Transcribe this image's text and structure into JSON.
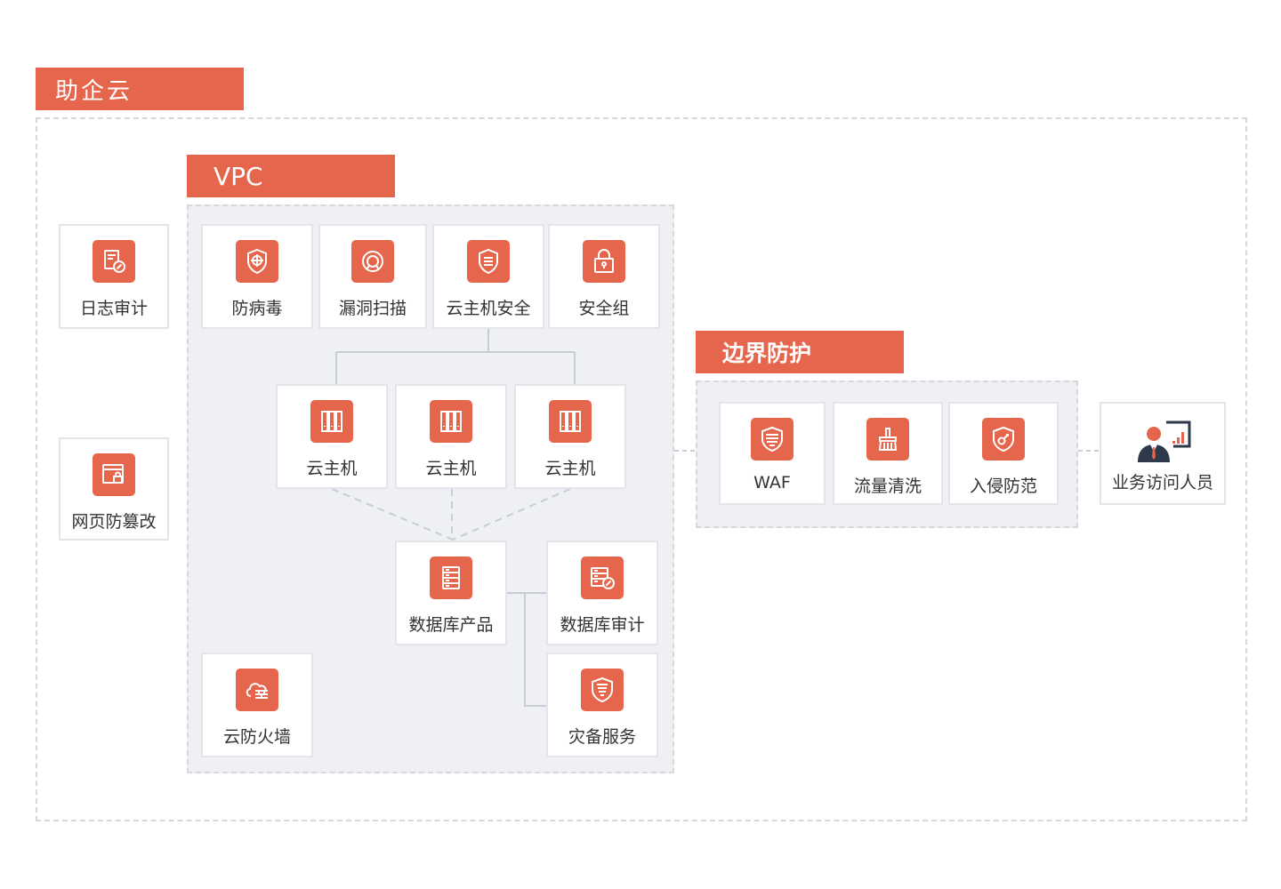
{
  "labels": {
    "company": "助企云",
    "vpc": "VPC",
    "border": "边界防护"
  },
  "nodes": {
    "log_audit": "日志审计",
    "web_tamper": "网页防篡改",
    "antivirus": "防病毒",
    "vuln_scan": "漏洞扫描",
    "host_security": "云主机安全",
    "security_group": "安全组",
    "cvm1": "云主机",
    "cvm2": "云主机",
    "cvm3": "云主机",
    "db_product": "数据库产品",
    "db_audit": "数据库审计",
    "disaster_service": "灾备服务",
    "cloud_firewall": "云防火墙",
    "waf": "WAF",
    "traffic_cleaning": "流量清洗",
    "intrusion_prevention": "入侵防范",
    "visitor": "业务访问人员"
  },
  "colors": {
    "accent": "#e5664d",
    "panel": "#eef0f3",
    "border": "#e3e5ea",
    "dashed": "#d6d8de"
  }
}
